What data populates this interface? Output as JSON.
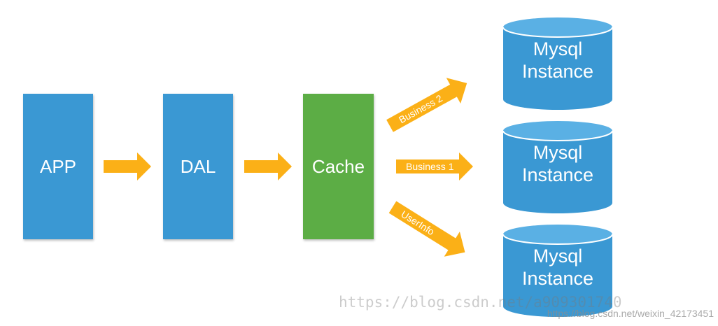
{
  "nodes": {
    "app": "APP",
    "dal": "DAL",
    "cache": "Cache"
  },
  "databases": [
    {
      "line1": "Mysql",
      "line2": "Instance"
    },
    {
      "line1": "Mysql",
      "line2": "Instance"
    },
    {
      "line1": "Mysql",
      "line2": "Instance"
    }
  ],
  "edges": {
    "business2": "Business 2",
    "business1": "Business 1",
    "userinfo": "UserInfo"
  },
  "watermarks": {
    "blog": "https://blog.csdn.net/a909301740",
    "footer": "https://blog.csdn.net/weixin_42173451"
  },
  "colors": {
    "block_blue": "#3a98d3",
    "block_green": "#5cad45",
    "arrow_yellow": "#fbb017",
    "db_top": "#5ab0e4"
  }
}
